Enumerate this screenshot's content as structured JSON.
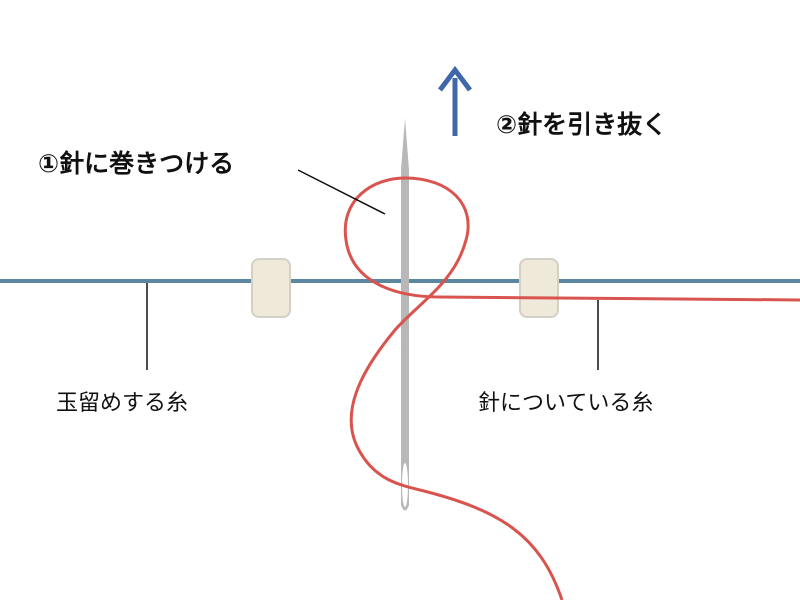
{
  "labels": {
    "step1": "①針に巻きつける",
    "step2": "②針を引き抜く",
    "knot_thread": "玉留めする糸",
    "needle_thread": "針についている糸"
  },
  "colors": {
    "knot_thread": "#5b87a0",
    "needle_thread": "#d9534f",
    "needle": "#b8b8b8",
    "arrow": "#3f67aa",
    "fabric_block": "#efe9da"
  }
}
